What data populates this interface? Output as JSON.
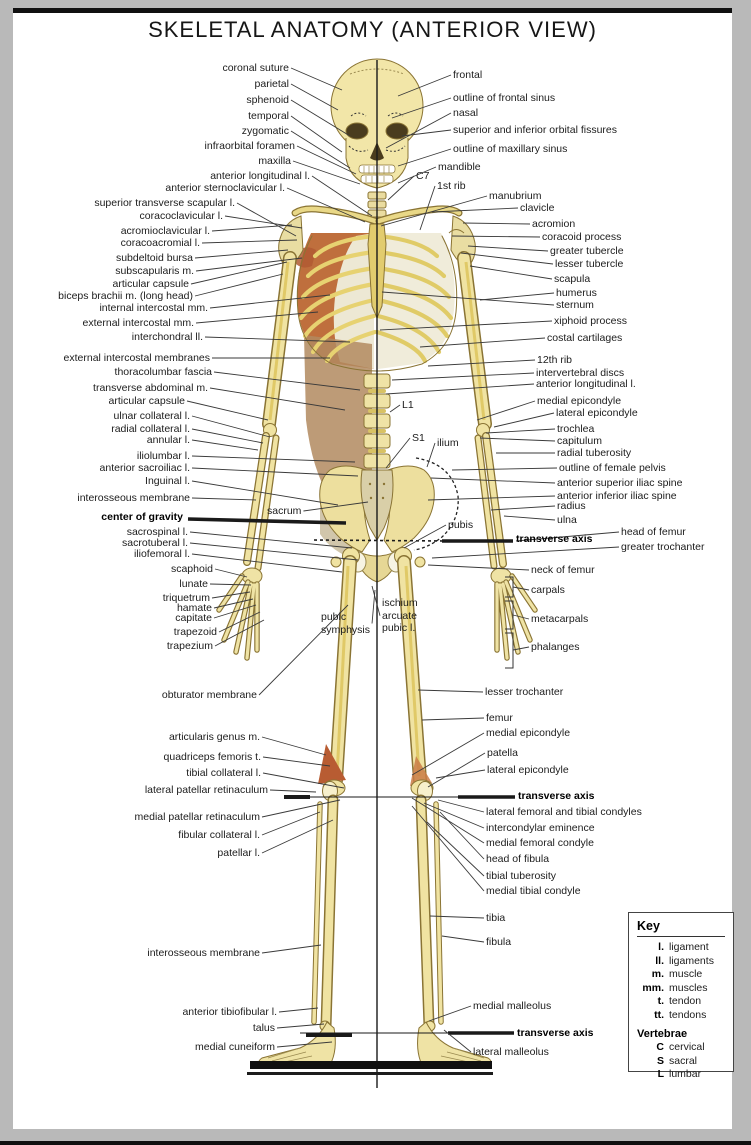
{
  "title": "SKELETAL ANATOMY (ANTERIOR VIEW)",
  "colors": {
    "bone": "#F1E5A6",
    "bone_shade": "#D9C05C",
    "muscle": "#BF6F3D",
    "page_background": "#FFFFFF",
    "frame_background": "#B9B9B9",
    "line": "#1A1A1A"
  },
  "labels": {
    "left": [
      "coronal suture",
      "parietal",
      "sphenoid",
      "temporal",
      "zygomatic",
      "infraorbital foramen",
      "maxilla",
      "anterior longitudinal l.",
      "anterior sternoclavicular l.",
      "superior transverse scapular l.",
      "coracoclavicular l.",
      "acromioclavicular l.",
      "coracoacromial l.",
      "subdeltoid bursa",
      "subscapularis m.",
      "articular capsule",
      "biceps brachii m. (long head)",
      "internal intercostal mm.",
      "external intercostal mm.",
      "interchondral ll.",
      "external intercostal membranes",
      "thoracolumbar fascia",
      "transverse abdominal m.",
      "articular capsule",
      "ulnar collateral l.",
      "radial collateral l.",
      "annular l.",
      "iliolumbar l.",
      "anterior sacroiliac l.",
      "Inguinal l.",
      "interosseous membrane",
      "center of gravity",
      "sacrospinal l.",
      "sacrotuberal l.",
      "iliofemoral l.",
      "scaphoid",
      "lunate",
      "triquetrum",
      "hamate",
      "capitate",
      "trapezoid",
      "trapezium",
      "obturator membrane",
      "articularis genus m.",
      "quadriceps femoris t.",
      "tibial collateral l.",
      "lateral patellar retinaculum",
      "medial patellar retinaculum",
      "fibular collateral l.",
      "patellar l.",
      "interosseous membrane",
      "anterior tibiofibular l.",
      "talus",
      "medial cuneiform"
    ],
    "right": [
      "frontal",
      "outline of frontal sinus",
      "nasal",
      "superior and inferior orbital fissures",
      "outline of maxillary sinus",
      "mandible",
      "manubrium",
      "clavicle",
      "acromion",
      "coracoid process",
      "greater tubercle",
      "lesser tubercle",
      "scapula",
      "humerus",
      "sternum",
      "xiphoid process",
      "costal cartilages",
      "12th rib",
      "intervertebral discs",
      "anterior longitudinal l.",
      "medial epicondyle",
      "lateral epicondyle",
      "trochlea",
      "capitulum",
      "radial tuberosity",
      "outline of female pelvis",
      "anterior superior iliac spine",
      "anterior inferior iliac spine",
      "radius",
      "ulna",
      "transverse axis",
      "head of femur",
      "greater trochanter",
      "neck of femur",
      "carpals",
      "metacarpals",
      "phalanges",
      "lesser trochanter",
      "femur",
      "medial epicondyle",
      "patella",
      "lateral epicondyle",
      "transverse axis",
      "lateral femoral and tibial condyles",
      "intercondylar eminence",
      "medial femoral condyle",
      "head of fibula",
      "tibial tuberosity",
      "medial tibial condyle",
      "tibia",
      "fibula",
      "medial malleolus",
      "transverse axis",
      "lateral malleolus"
    ],
    "center": [
      "C7",
      "1st rib",
      "L1",
      "S1",
      "ilium",
      "sacrum",
      "pubis",
      "pubic\nsymphysis",
      "ischium\narcuate\npubic l."
    ]
  },
  "key": {
    "title": "Key",
    "abbreviations": [
      {
        "abbr": "l.",
        "meaning": "ligament"
      },
      {
        "abbr": "ll.",
        "meaning": "ligaments"
      },
      {
        "abbr": "m.",
        "meaning": "muscle"
      },
      {
        "abbr": "mm.",
        "meaning": "muscles"
      },
      {
        "abbr": "t.",
        "meaning": "tendon"
      },
      {
        "abbr": "tt.",
        "meaning": "tendons"
      }
    ],
    "vertebrae_title": "Vertebrae",
    "vertebrae": [
      {
        "abbr": "C",
        "meaning": "cervical"
      },
      {
        "abbr": "S",
        "meaning": "sacral"
      },
      {
        "abbr": "L",
        "meaning": "lumbar"
      }
    ]
  }
}
